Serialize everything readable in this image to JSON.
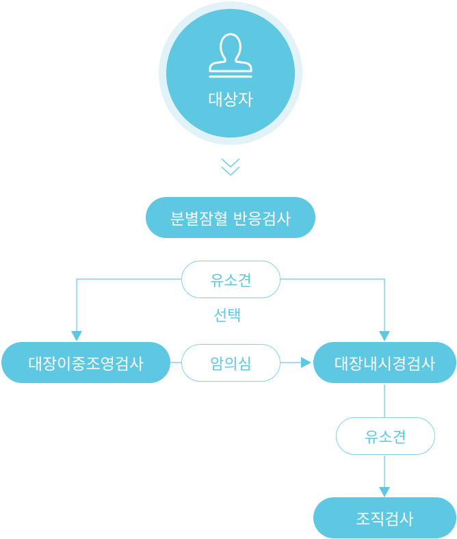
{
  "subject": {
    "label": "대상자",
    "icon": "stamp-person-icon"
  },
  "nodes": {
    "screening": "분별잠혈 반응검사",
    "double_contrast": "대장이중조영검사",
    "colonoscopy": "대장내시경검사",
    "biopsy": "조직검사"
  },
  "tags": {
    "finding_top": "유소견",
    "choice": "선택",
    "suspected": "암의심",
    "finding_bottom": "유소견"
  },
  "colors": {
    "primary": "#5ec8e2",
    "halo": "#e1f3f8",
    "line": "#7fd3e8",
    "text_on_primary": "#ffffff"
  }
}
